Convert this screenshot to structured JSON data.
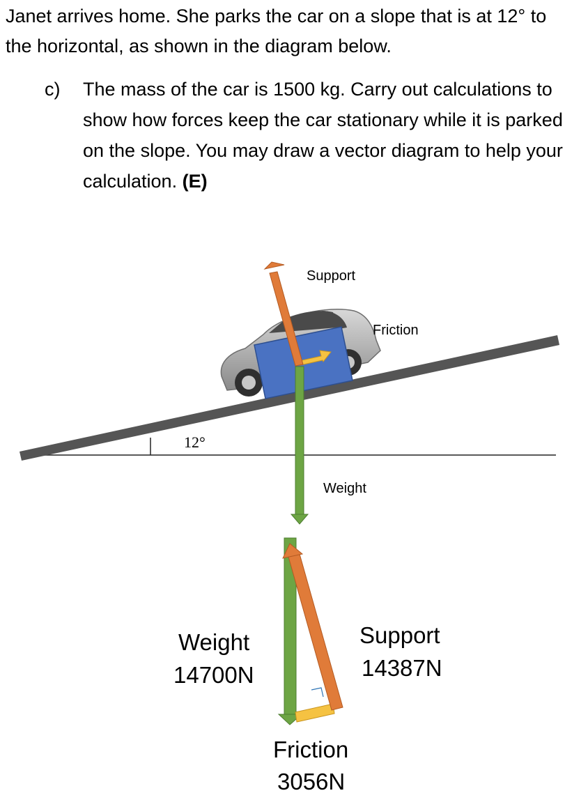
{
  "intro_text": "Janet arrives home. She parks the car on a slope that is at 12° to the horizontal, as shown in the diagram below.",
  "question": {
    "label": "c)",
    "text": "The mass of the car is 1500 kg. Carry out calculations to show how forces keep the car stationary while it is parked on the slope. You may draw a vector diagram to help your calculation.",
    "mark": "(E)"
  },
  "slope_diagram": {
    "angle_label": "12°",
    "support_label": "Support",
    "friction_label": "Friction",
    "weight_label": "Weight"
  },
  "vector_triangle": {
    "weight_label": "Weight",
    "weight_value": "14700N",
    "support_label": "Support",
    "support_value": "14387N",
    "friction_label": "Friction",
    "friction_value": "3056N"
  },
  "colors": {
    "support": "#E07B39",
    "weight": "#6DA544",
    "friction": "#F5C242",
    "box": "#4A72C2",
    "slope": "#555555"
  }
}
